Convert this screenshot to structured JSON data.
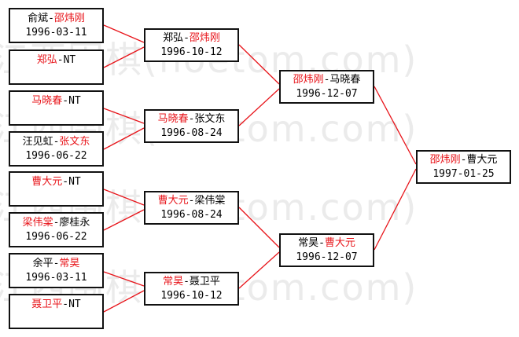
{
  "watermark": "江西围棋(hoetom.com)",
  "colors": {
    "highlight": "#e8141a",
    "text": "#000000",
    "connector": "#e8141a",
    "border": "#111111"
  },
  "rounds": {
    "r1": [
      {
        "p1": "俞斌",
        "sep": "-",
        "p2": "邵炜刚",
        "date": "1996-03-11",
        "red": "p2"
      },
      {
        "p1": "郑弘",
        "sep": "-",
        "p2": "NT",
        "date": "",
        "red": "p1"
      },
      {
        "p1": "马晓春",
        "sep": "-",
        "p2": "NT",
        "date": "",
        "red": "p1"
      },
      {
        "p1": "汪见虹",
        "sep": "-",
        "p2": "张文东",
        "date": "1996-06-22",
        "red": "p2"
      },
      {
        "p1": "曹大元",
        "sep": "-",
        "p2": "NT",
        "date": "",
        "red": "p1"
      },
      {
        "p1": "梁伟棠",
        "sep": "-",
        "p2": "廖桂永",
        "date": "1996-06-22",
        "red": "p1"
      },
      {
        "p1": "余平",
        "sep": "-",
        "p2": "常昊",
        "date": "1996-03-11",
        "red": "p2"
      },
      {
        "p1": "聂卫平",
        "sep": "-",
        "p2": "NT",
        "date": "",
        "red": "p1"
      }
    ],
    "r2": [
      {
        "p1": "郑弘",
        "sep": "-",
        "p2": "邵炜刚",
        "date": "1996-10-12",
        "red": "p2"
      },
      {
        "p1": "马晓春",
        "sep": "-",
        "p2": "张文东",
        "date": "1996-08-24",
        "red": "p1"
      },
      {
        "p1": "曹大元",
        "sep": "-",
        "p2": "梁伟棠",
        "date": "1996-08-24",
        "red": "p1"
      },
      {
        "p1": "常昊",
        "sep": "-",
        "p2": "聂卫平",
        "date": "1996-10-12",
        "red": "p1"
      }
    ],
    "r3": [
      {
        "p1": "邵炜刚",
        "sep": "-",
        "p2": "马晓春",
        "date": "1996-12-07",
        "red": "p1"
      },
      {
        "p1": "常昊",
        "sep": "-",
        "p2": "曹大元",
        "date": "1996-12-07",
        "red": "p2"
      }
    ],
    "final": [
      {
        "p1": "邵炜刚",
        "sep": "-",
        "p2": "曹大元",
        "date": "1997-01-25",
        "red": "p1"
      }
    ]
  }
}
